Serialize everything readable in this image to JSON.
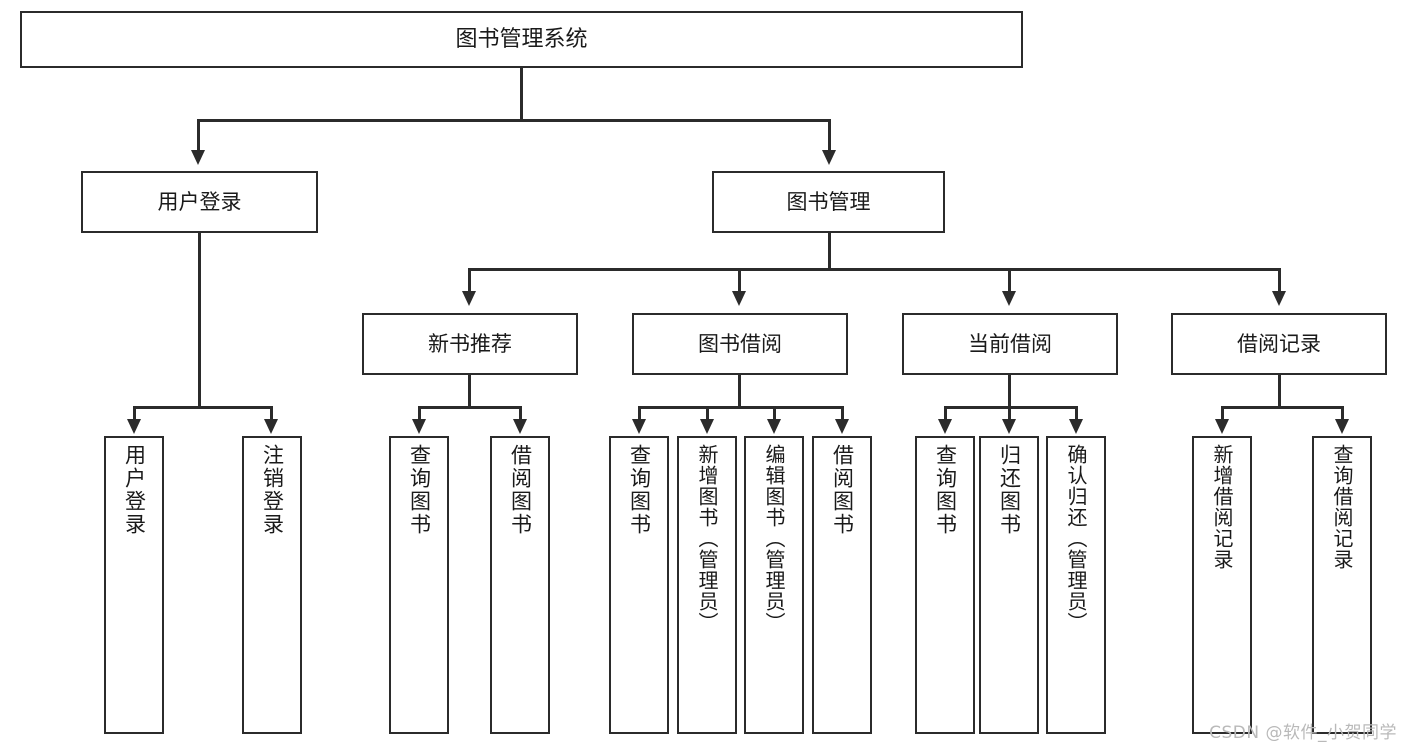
{
  "diagram": {
    "title": "图书管理系统",
    "watermark": "CSDN @软件_小贺同学",
    "root": {
      "label": "图书管理系统"
    },
    "level1": [
      {
        "label": "用户登录"
      },
      {
        "label": "图书管理"
      }
    ],
    "level2": [
      {
        "label": "新书推荐"
      },
      {
        "label": "图书借阅"
      },
      {
        "label": "当前借阅"
      },
      {
        "label": "借阅记录"
      }
    ],
    "leaves": {
      "user_login": [
        {
          "label": "用户登录"
        },
        {
          "label": "注销登录"
        }
      ],
      "new_book": [
        {
          "label": "查询图书"
        },
        {
          "label": "借阅图书"
        }
      ],
      "borrow_book": [
        {
          "label": "查询图书"
        },
        {
          "label": "新增图书（管理员）"
        },
        {
          "label": "编辑图书（管理员）"
        },
        {
          "label": "借阅图书"
        }
      ],
      "current_borrow": [
        {
          "label": "查询图书"
        },
        {
          "label": "归还图书"
        },
        {
          "label": "确认归还（管理员）"
        }
      ],
      "borrow_record": [
        {
          "label": "新增借阅记录"
        },
        {
          "label": "查询借阅记录"
        }
      ]
    }
  },
  "colors": {
    "stroke": "#2b2b2b",
    "fill": "#ffffff",
    "text": "#1a1a1a",
    "watermark": "#b9b9b9"
  }
}
